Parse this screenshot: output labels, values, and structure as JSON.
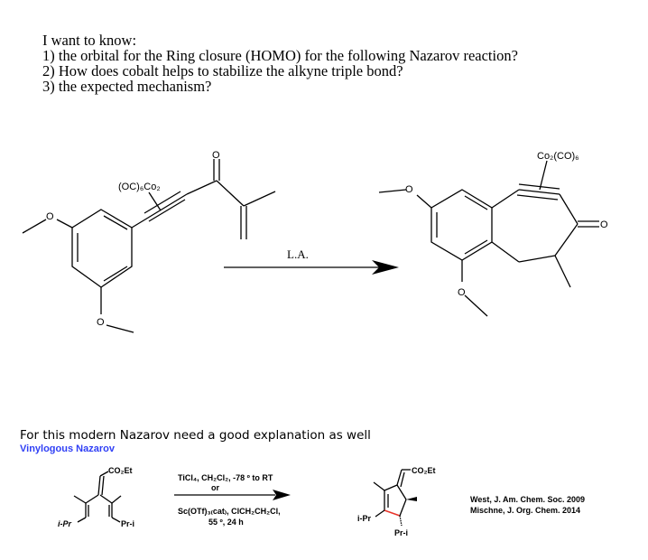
{
  "questions": {
    "intro": "I want to know:",
    "q1": "1) the orbital for the Ring closure (HOMO) for the following Nazarov reaction?",
    "q2": "2) How does cobalt helps to stabilize the alkyne triple bond?",
    "q3": "3) the expected mechanism?"
  },
  "scheme1": {
    "reactant_cobalt": "(OC)₆Co₂",
    "product_cobalt": "Co₂(CO)₆",
    "oxygen": "O",
    "reagent": "L.A."
  },
  "note": "For this modern Nazarov need a good explanation as well",
  "scheme2": {
    "title": "Vinylogous Nazarov",
    "co2et": "CO₂Et",
    "ipr": "i-Pr",
    "pri": "Pr-i",
    "conditions1": "TiCl₄, CH₂Cl₂, -78 º to RT",
    "or": "or",
    "conditions2": "Sc(OTf)₃₍cat₎, ClCH₂CH₂Cl,",
    "conditions3": "55 º, 24 h",
    "ref1": "West, J. Am. Chem. Soc. 2009",
    "ref2": "Mischne, J. Org. Chem. 2014",
    "bond_color": "#e8342a",
    "title_color": "#2f3ff5"
  }
}
